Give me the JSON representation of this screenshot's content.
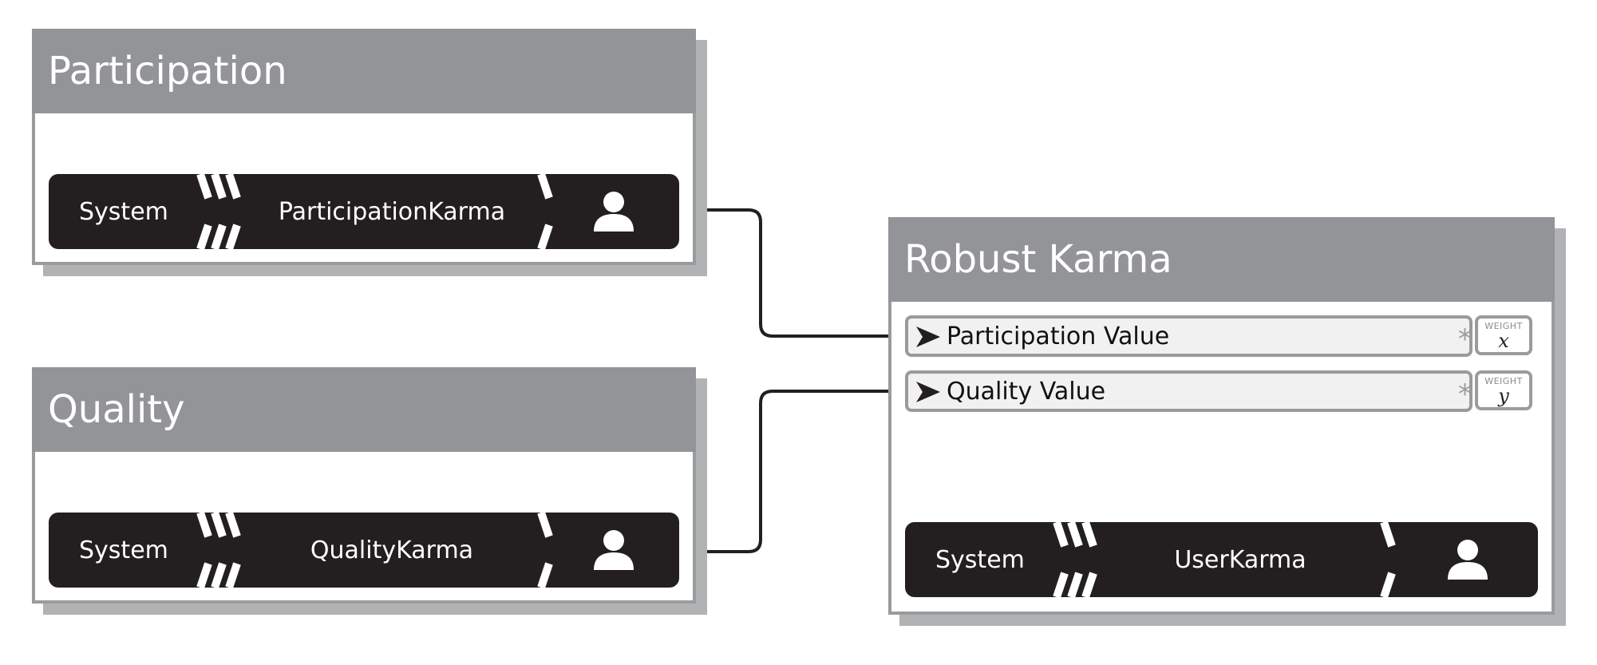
{
  "cards": {
    "participation": {
      "title": "Participation",
      "source": "System",
      "karma": "ParticipationKarma"
    },
    "quality": {
      "title": "Quality",
      "source": "System",
      "karma": "QualityKarma"
    },
    "robust": {
      "title": "Robust Karma",
      "inputs": [
        {
          "label": "Participation Value",
          "operator": "*",
          "weight_label": "WEIGHT",
          "weight_var": "x"
        },
        {
          "label": "Quality Value",
          "operator": "*",
          "weight_label": "WEIGHT",
          "weight_var": "y"
        }
      ],
      "source": "System",
      "karma": "UserKarma"
    }
  },
  "icons": {
    "user": "person-icon",
    "arrow": "input-arrow-icon"
  },
  "colors": {
    "header": "#939497",
    "strip": "#231f20",
    "border": "#9a9b9d",
    "shadow": "#b1b2b4",
    "input_bg": "#f1f1f1"
  }
}
